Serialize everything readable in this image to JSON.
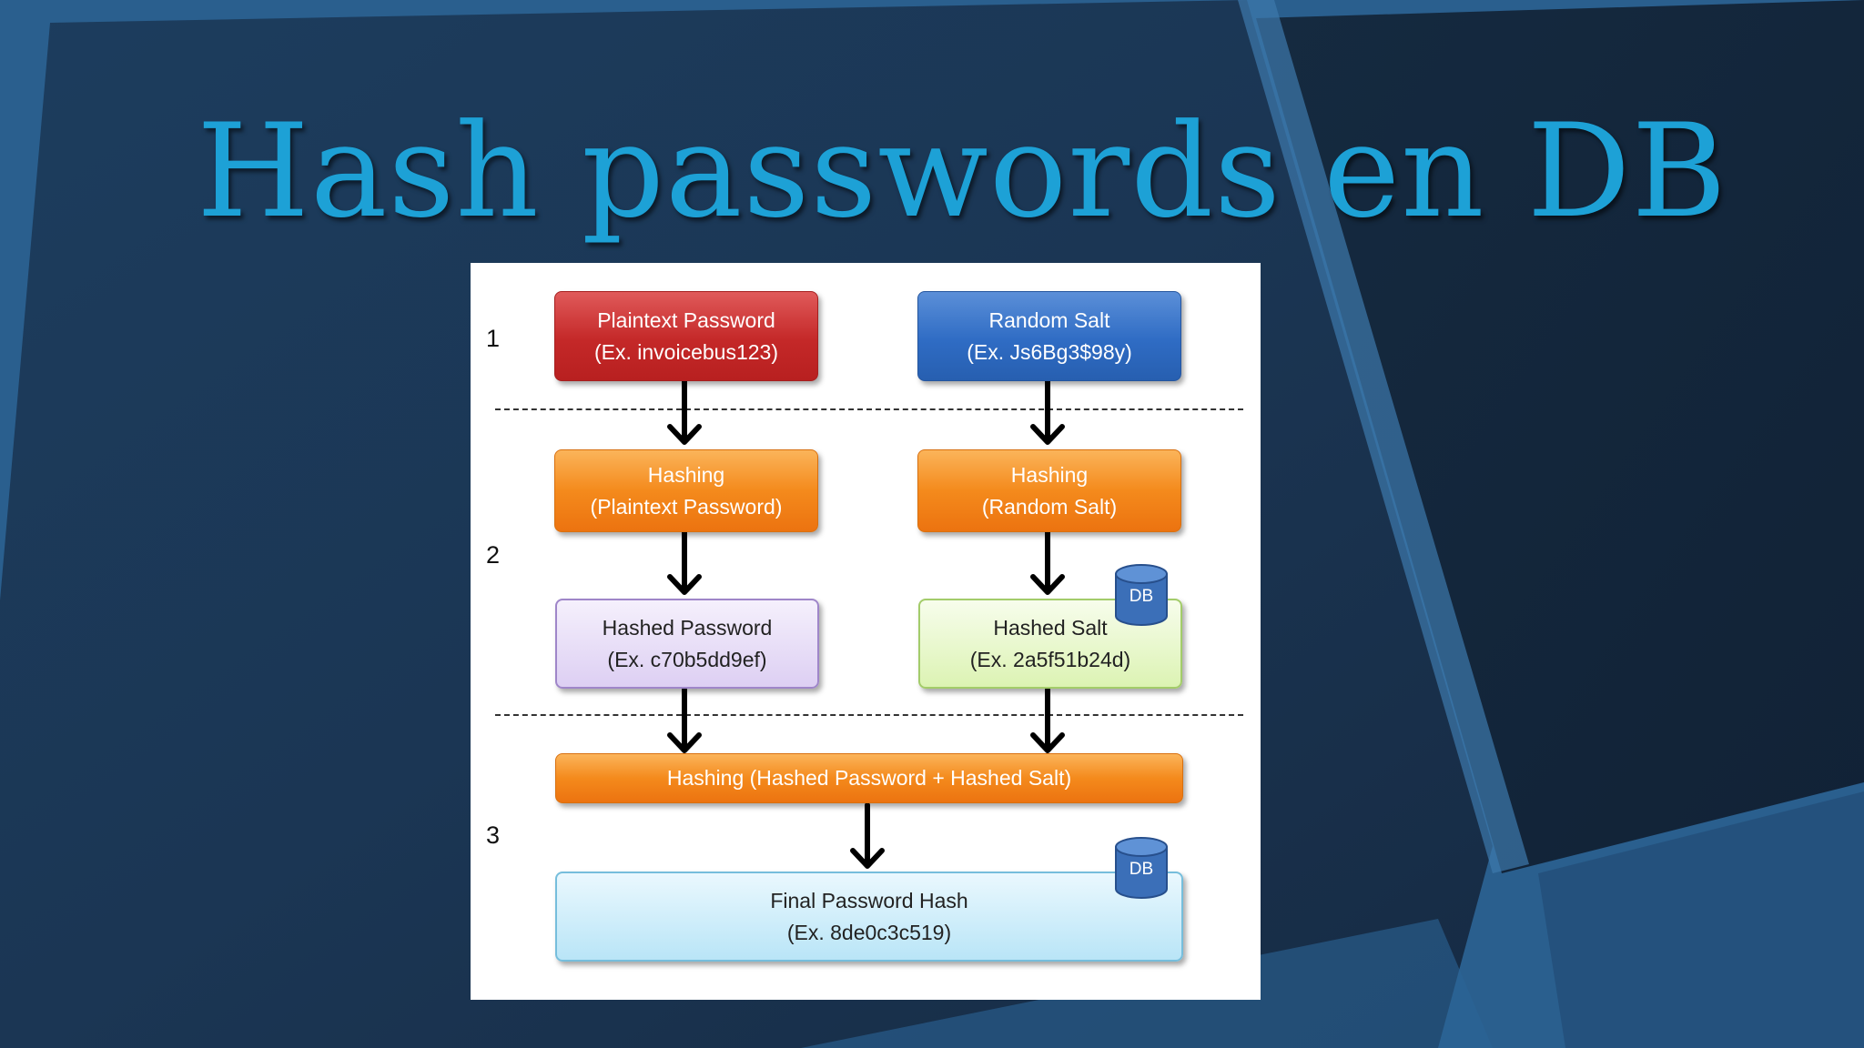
{
  "slide": {
    "title": "Hash passwords en DB"
  },
  "diagram": {
    "steps": [
      "1",
      "2",
      "3"
    ],
    "plaintext": {
      "line1": "Plaintext Password",
      "line2": "(Ex. invoicebus123)"
    },
    "salt": {
      "line1": "Random Salt",
      "line2": "(Ex. Js6Bg3$98y)"
    },
    "hash_password": {
      "line1": "Hashing",
      "line2": "(Plaintext Password)"
    },
    "hash_salt": {
      "line1": "Hashing",
      "line2": "(Random Salt)"
    },
    "hashed_password": {
      "line1": "Hashed Password",
      "line2": "(Ex. c70b5dd9ef)"
    },
    "hashed_salt": {
      "line1": "Hashed Salt",
      "line2": "(Ex. 2a5f51b24d)"
    },
    "combined": {
      "line1": "Hashing (Hashed Password + Hashed Salt)"
    },
    "final": {
      "line1": "Final Password Hash",
      "line2": "(Ex. 8de0c3c519)"
    },
    "db_label": "DB",
    "colors": {
      "title": "#1da1d6",
      "red": "#c42828",
      "blue": "#2f6cc4",
      "orange": "#f48a1c",
      "purple": "#ddcff3",
      "green": "#dcf3b3",
      "cyan": "#b9e5f7"
    }
  }
}
